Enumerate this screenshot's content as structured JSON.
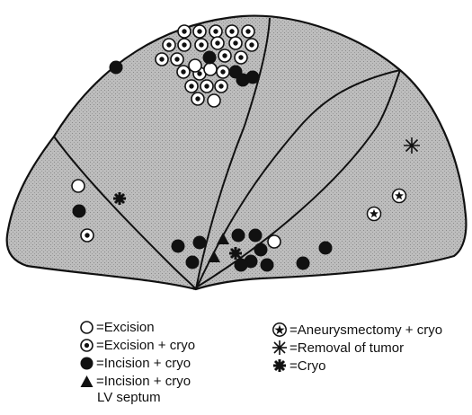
{
  "legend": {
    "excision": "=Excision",
    "excision_cryo": "=Excision + cryo",
    "incision_cryo": "=Incision + cryo",
    "incision_cryo_lv": "=Incision + cryo",
    "incision_cryo_lv_sub": "LV septum",
    "aneurysmectomy_cryo": "=Aneurysmectomy + cryo",
    "removal_tumor": "=Removal of tumor",
    "cryo": "=Cryo"
  },
  "colors": {
    "map_fill": "#b9b9b9",
    "stroke": "#111111",
    "marker_dark": "#111111",
    "marker_light": "#ffffff"
  },
  "icons": {
    "excision": "open-circle-icon",
    "excision_cryo": "dotted-circle-icon",
    "incision_cryo": "filled-circle-icon",
    "incision_cryo_lv": "filled-triangle-icon",
    "aneurysmectomy_cryo": "circled-star-icon",
    "removal_tumor": "thin-asterisk-icon",
    "cryo": "bold-asterisk-icon"
  }
}
